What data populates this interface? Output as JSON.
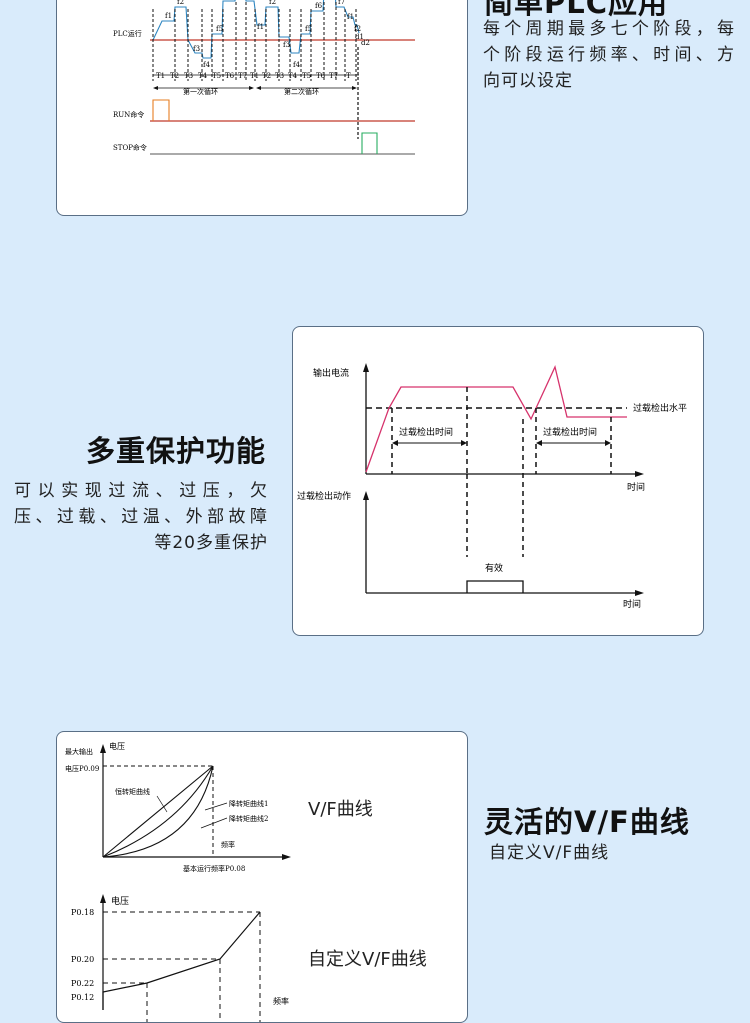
{
  "plc": {
    "title": "简单PLC应用",
    "desc_lines": [
      "每个周期最多七个阶段，每",
      "个阶段运行频率、时间、方",
      "向可以设定"
    ],
    "diagram": {
      "row_plc": "PLC运行",
      "row_run": "RUN命令",
      "row_stop": "STOP命令",
      "freqs": [
        "f1",
        "f2",
        "f3",
        "f4",
        "f5",
        "f6",
        "f7",
        "f1",
        "f2",
        "f3",
        "f4",
        "f5",
        "f6",
        "f7",
        "f1",
        "f2"
      ],
      "freq_d1": "d1",
      "freq_d2": "d2",
      "stages": [
        "T1",
        "T2",
        "T3",
        "T4",
        "T5",
        "T6",
        "T7",
        "T1",
        "T2",
        "T3",
        "T4",
        "T5",
        "T6",
        "T7",
        "T"
      ],
      "cycle1": "第一次循环",
      "cycle2": "第二次循环"
    }
  },
  "protect": {
    "title": "多重保护功能",
    "desc_lines": [
      "可以实现过流、过压，欠",
      "压、过载、过温、外部故障",
      "等20多重保护"
    ],
    "diagram": {
      "y1_label": "输出电流",
      "level_label": "过载检出水平",
      "detect1": "过载检出时间",
      "detect2": "过载检出时间",
      "x1_label": "时间",
      "y2_label": "过载检出动作",
      "valid": "有效",
      "x2_label": "时间"
    }
  },
  "vf": {
    "title": "灵活的V/F曲线",
    "subtitle": "自定义V/F曲线",
    "label1": "V/F曲线",
    "label2": "自定义V/F曲线",
    "chart1": {
      "y_label": "电压",
      "max_volt_l1": "最大输出",
      "max_volt_l2": "电压P0.09",
      "const_torque": "恒转矩曲线",
      "reduced1": "降转矩曲线1",
      "reduced2": "降转矩曲线2",
      "x_label": "频率",
      "base_freq": "基本运行频率P0.08"
    },
    "chart2": {
      "y_label": "电压",
      "ticks": [
        "P0.18",
        "P0.20",
        "P0.22",
        "P0.12"
      ],
      "x_label": "频率"
    }
  }
}
